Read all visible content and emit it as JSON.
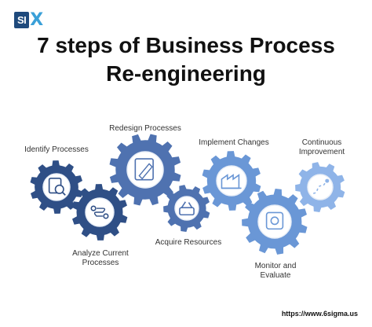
{
  "logo": {
    "mark": "SI",
    "accent": "X"
  },
  "title": {
    "line1": "7 steps of Business Process",
    "line2": "Re-engineering"
  },
  "steps": [
    {
      "label": "Identify Processes",
      "icon": "magnifier-document-icon",
      "color": "#2f4f86"
    },
    {
      "label": "Analyze Current Processes",
      "icon": "process-flow-icon",
      "color": "#2f4f86"
    },
    {
      "label": "Redesign Processes",
      "icon": "design-pen-icon",
      "color": "#4f72b0"
    },
    {
      "label": "Acquire Resources",
      "icon": "toolbox-icon",
      "color": "#4f72b0"
    },
    {
      "label": "Implement Changes",
      "icon": "factory-icon",
      "color": "#6a97d6"
    },
    {
      "label": "Monitor and Evaluate",
      "icon": "monitor-icon",
      "color": "#6a97d6"
    },
    {
      "label": "Continuous Improvement",
      "icon": "curved-path-icon",
      "color": "#8fb4e8"
    }
  ],
  "footer": {
    "url": "https://www.6sigma.us"
  }
}
